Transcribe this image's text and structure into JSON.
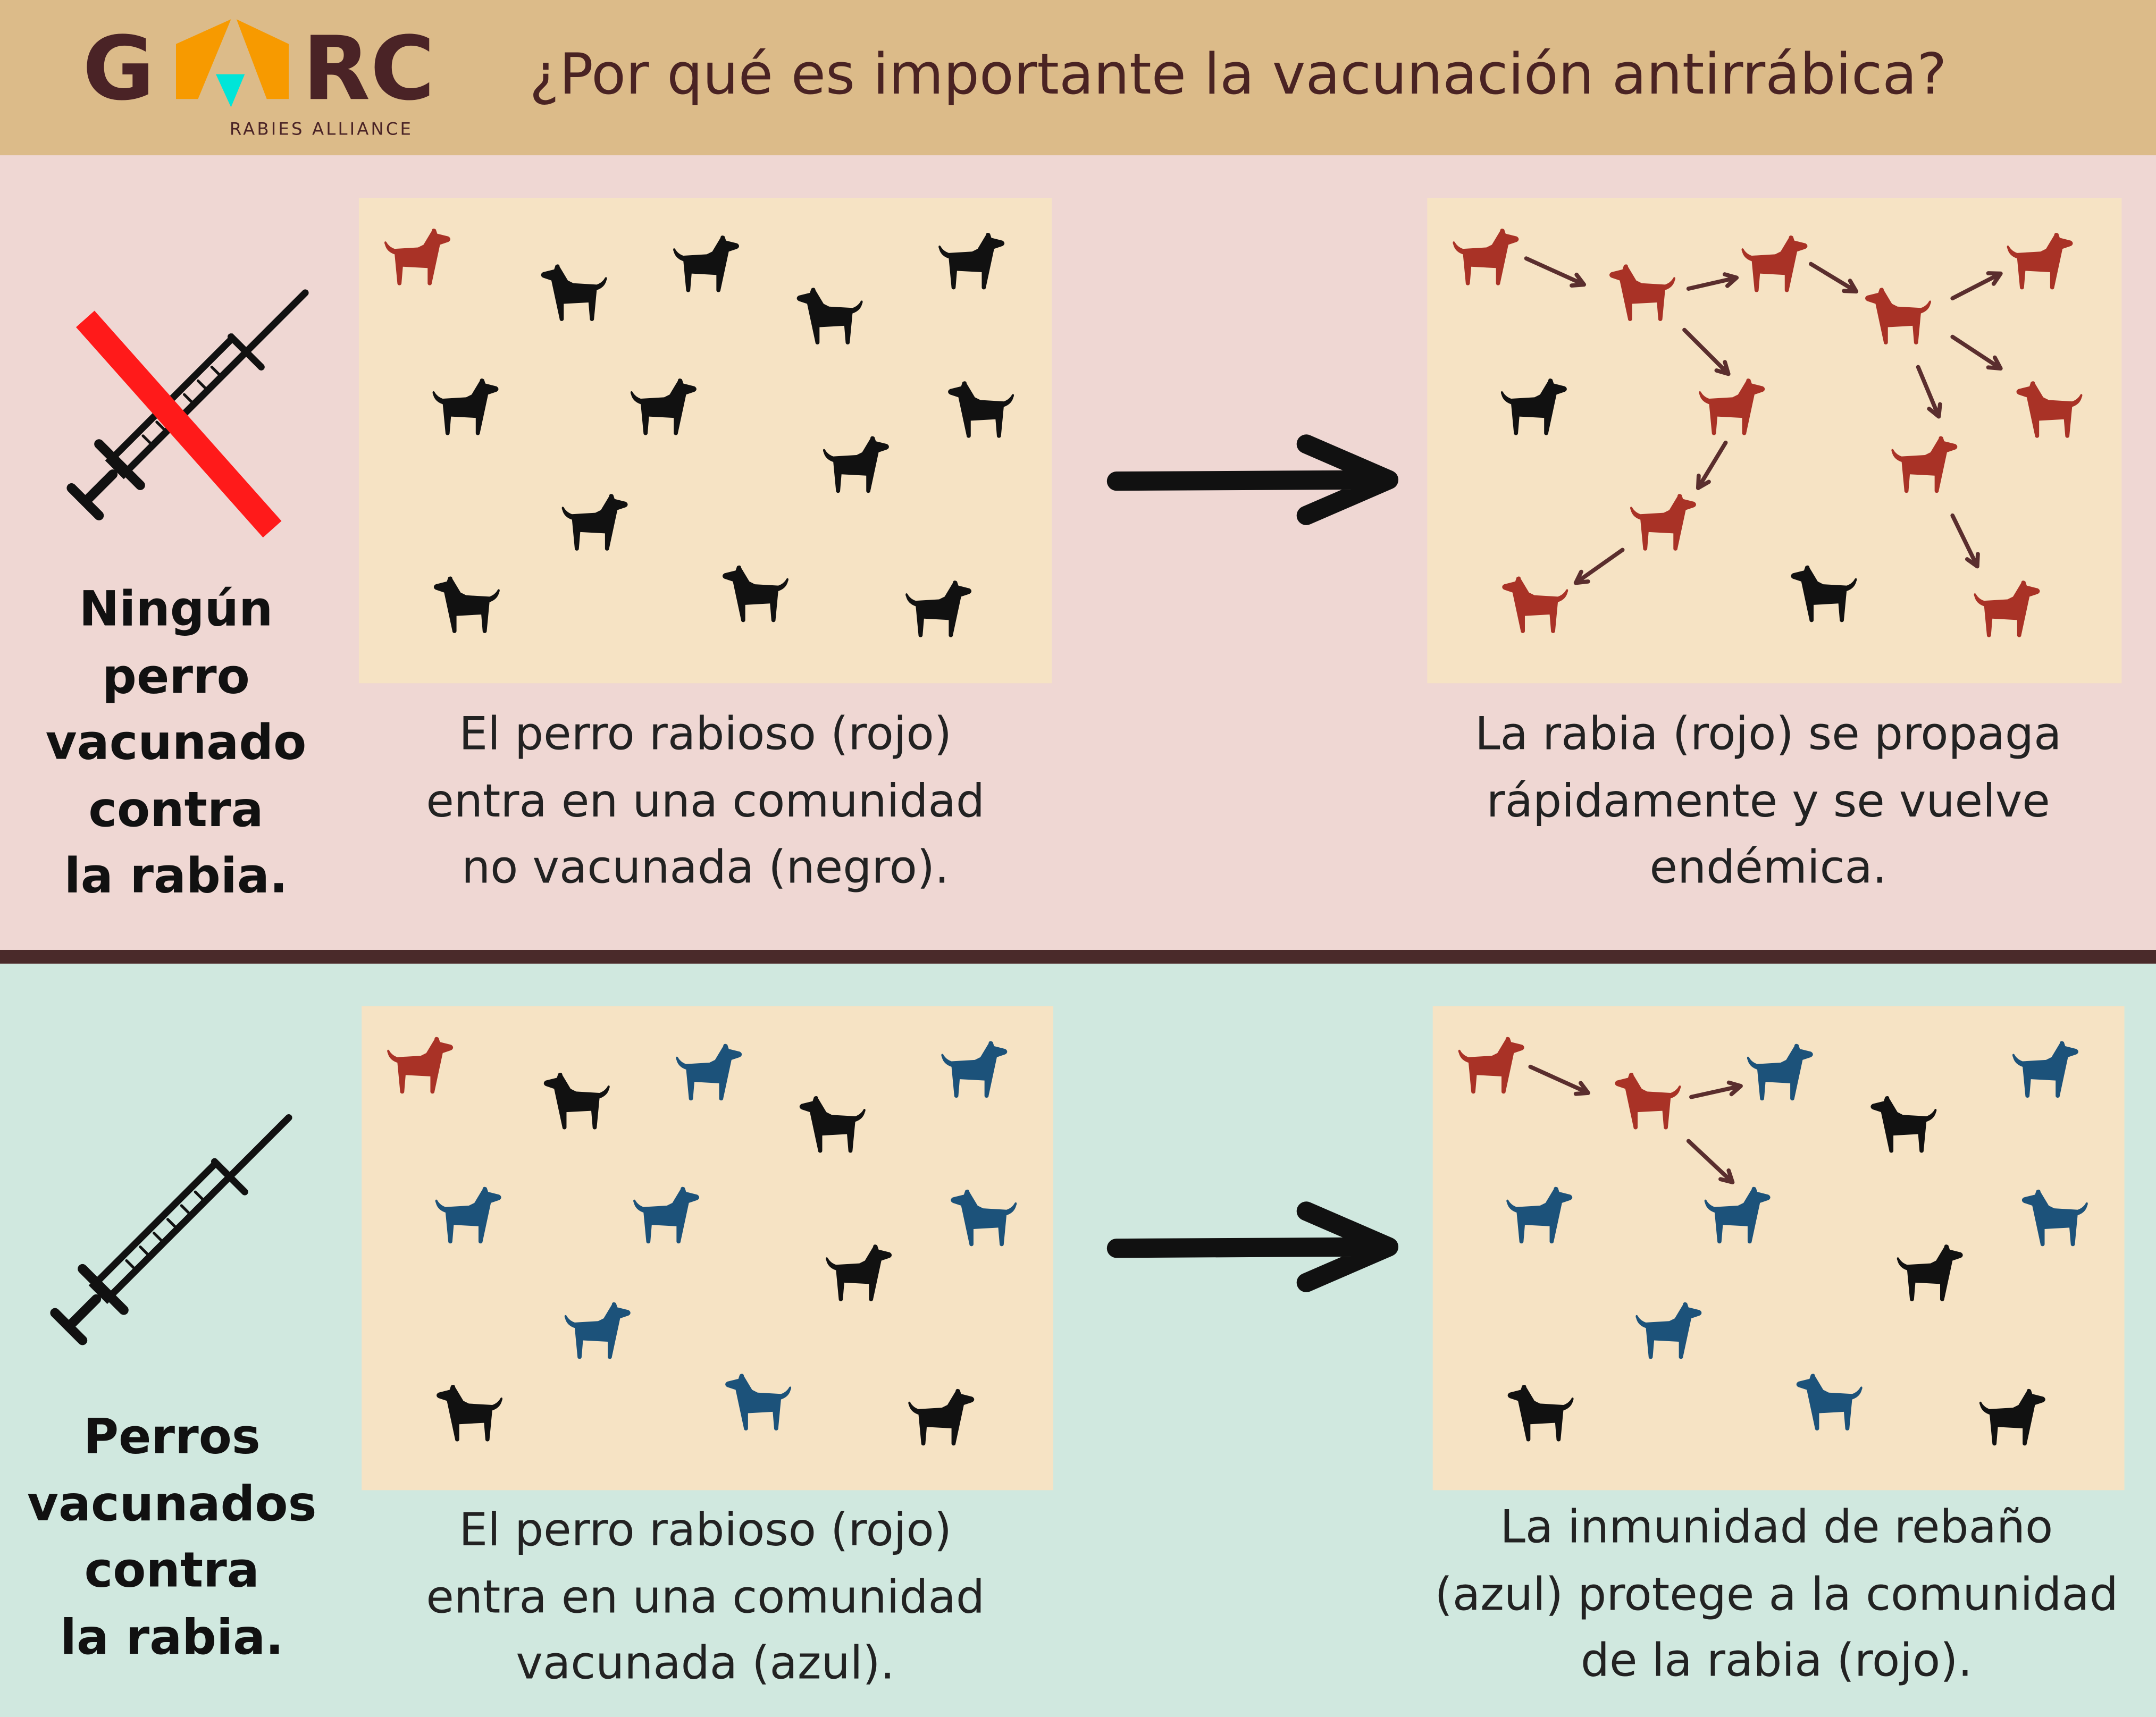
{
  "header": {
    "logo": {
      "wordmark": "GARC",
      "subtitle": "RABIES ALLIANCE"
    },
    "title": "¿Por qué es importante la vacunación antirrábica?"
  },
  "colors": {
    "rabid": "#a93226",
    "unvaccinated": "#111111",
    "vaccinated": "#1c527a",
    "accent_orange": "#f79a00",
    "accent_cyan": "#00e5d8",
    "brand": "#4a2326"
  },
  "scenario_unvaccinated": {
    "label": "Ningún perro vacunado contra la rabia.",
    "label_lines": [
      "Ningún perro",
      "vacunado",
      "contra",
      "la rabia."
    ],
    "before_caption_lines": [
      "El perro rabioso (rojo)",
      "entra en una comunidad",
      "no vacunada (negro)."
    ],
    "after_caption_lines": [
      "La rabia (rojo) se propaga",
      "rápidamente y se vuelve",
      "endémica."
    ],
    "before_dogs": [
      "rabid",
      "unvaccinated",
      "unvaccinated",
      "unvaccinated",
      "unvaccinated",
      "unvaccinated",
      "unvaccinated",
      "unvaccinated",
      "unvaccinated",
      "unvaccinated",
      "unvaccinated",
      "unvaccinated",
      "unvaccinated"
    ],
    "after_dogs": [
      "rabid",
      "rabid",
      "rabid",
      "rabid",
      "rabid",
      "unvaccinated",
      "rabid",
      "rabid",
      "rabid",
      "rabid",
      "rabid",
      "unvaccinated",
      "rabid"
    ]
  },
  "scenario_vaccinated": {
    "label": "Perros vacunados contra la rabia.",
    "label_lines": [
      "Perros",
      "vacunados",
      "contra",
      "la rabia."
    ],
    "before_caption_lines": [
      "El perro rabioso (rojo)",
      "entra en una comunidad",
      "vacunada (azul)."
    ],
    "after_caption_lines": [
      "La inmunidad de rebaño",
      "(azul) protege a la comunidad",
      "de la rabia (rojo)."
    ],
    "before_dogs": [
      "rabid",
      "unvaccinated",
      "vaccinated",
      "unvaccinated",
      "vaccinated",
      "vaccinated",
      "vaccinated",
      "vaccinated",
      "unvaccinated",
      "vaccinated",
      "unvaccinated",
      "vaccinated",
      "unvaccinated"
    ],
    "after_dogs": [
      "rabid",
      "rabid",
      "vaccinated",
      "unvaccinated",
      "vaccinated",
      "vaccinated",
      "vaccinated",
      "vaccinated",
      "unvaccinated",
      "vaccinated",
      "unvaccinated",
      "vaccinated",
      "unvaccinated"
    ]
  }
}
